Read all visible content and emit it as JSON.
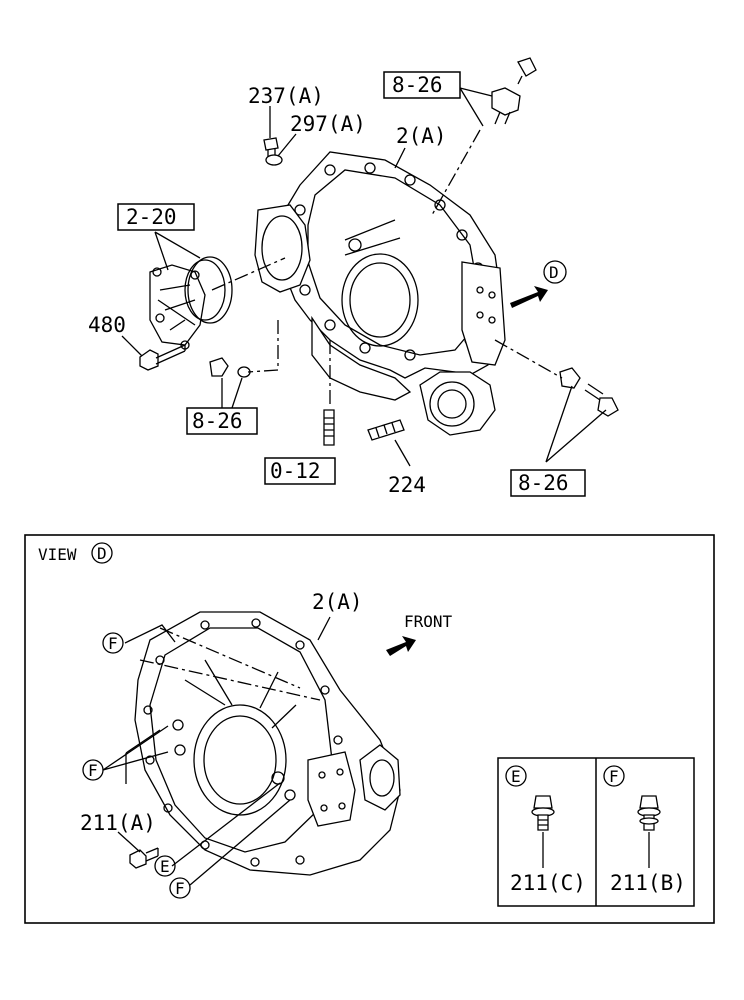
{
  "top_view": {
    "callouts": {
      "ref_8_26_top": "8-26",
      "p237a": "237(A)",
      "p297a": "297(A)",
      "p2a": "2(A)",
      "ref_2_20": "2-20",
      "view_marker": "D",
      "p480": "480",
      "ref_8_26_left": "8-26",
      "ref_0_12": "0-12",
      "p224": "224",
      "ref_8_26_right": "8-26"
    }
  },
  "view_d": {
    "title_text": "VIEW",
    "title_marker": "D",
    "p2a": "2(A)",
    "front_label": "FRONT",
    "marker_f_top": "F",
    "marker_f_mid": "F",
    "p211a": "211(A)",
    "marker_e": "E",
    "marker_f_bottom": "F",
    "legend": {
      "e_marker": "E",
      "e_part": "211(C)",
      "f_marker": "F",
      "f_part": "211(B)"
    }
  }
}
